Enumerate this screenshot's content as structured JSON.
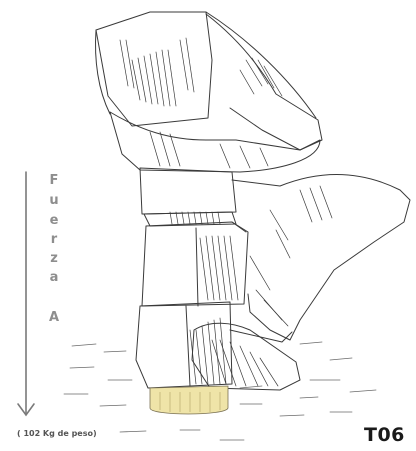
{
  "force_label": {
    "letters": [
      "F",
      "u",
      "e",
      "r",
      "z",
      "a",
      "A"
    ]
  },
  "weight_note": "( 102 Kg de peso)",
  "figure_code": "T06",
  "colors": {
    "ink": "#3a3a3a",
    "label_gray": "#8e8e8e",
    "base_fill": "#efe4a8",
    "code_text": "#1a1a1a"
  },
  "icons": [
    "down-arrow-icon"
  ]
}
